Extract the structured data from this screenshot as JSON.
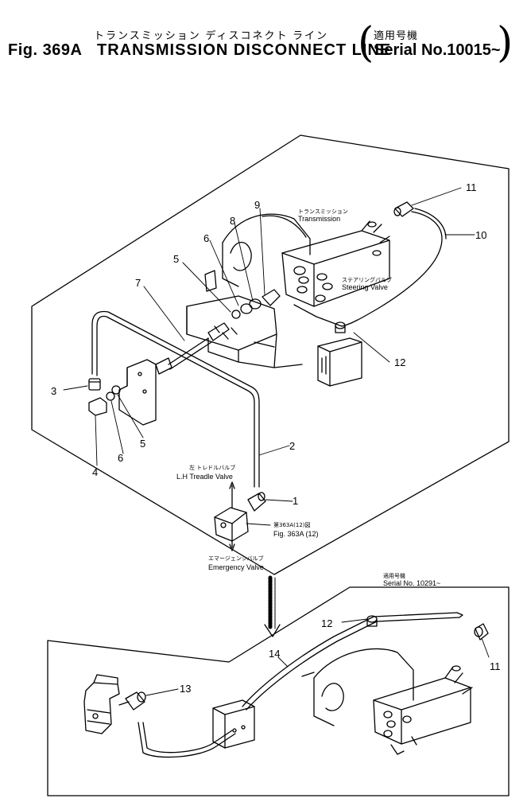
{
  "header": {
    "fig_number": "Fig. 369A",
    "title_jp": "トランスミッション ディスコネクト ライン",
    "title_en": "TRANSMISSION DISCONNECT LINE",
    "serial_jp": "適用号機",
    "serial_en": "Serial No.10015~"
  },
  "part_numbers": {
    "p1": "1",
    "p2": "2",
    "p3": "3",
    "p4": "4",
    "p5a": "5",
    "p5b": "5",
    "p6a": "6",
    "p6b": "6",
    "p7": "7",
    "p8": "8",
    "p9": "9",
    "p10": "10",
    "p11a": "11",
    "p11b": "11",
    "p12a": "12",
    "p12b": "12",
    "p13": "13",
    "p14": "14"
  },
  "labels": {
    "transmission_jp": "トランスミッション",
    "transmission_en": "Transmission",
    "steering_jp": "ステアリングバルブ",
    "steering_en": "Steering Valve",
    "treadle_jp": "左 トレドルバルブ",
    "treadle_en": "L.H Treadle Valve",
    "ref_jp": "第363A(12)図",
    "ref_en": "Fig. 363A (12)",
    "emergency_jp": "エマージェンシバルブ",
    "emergency_en": "Emergency Valve",
    "serial2_jp": "適用号機",
    "serial2_en": "Serial No. 10291~"
  }
}
